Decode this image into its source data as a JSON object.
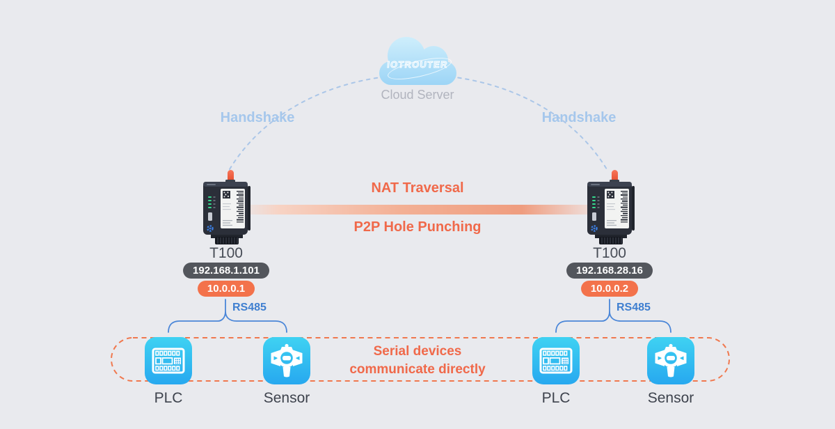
{
  "colors": {
    "background": "#e9eaee",
    "accent_orange": "#f0694a",
    "handshake_blue": "#a5c7ec",
    "bracket_blue": "#4a86d8",
    "rs485_blue": "#3f7fd0",
    "pill_gray": "#53565c",
    "pill_orange": "#f3724b",
    "cloud_blue": "#aedcf7",
    "tile_cyan_top": "#3fd2f2",
    "tile_cyan_bottom": "#27a8ef",
    "label_dark": "#474c56",
    "muted_gray": "#b1b4be"
  },
  "cloud": {
    "logo": "IOTROUTER",
    "label": "Cloud Server"
  },
  "handshake": {
    "left": "Handshake",
    "right": "Handshake"
  },
  "link": {
    "top_label": "NAT Traversal",
    "bottom_label": "P2P Hole Punching"
  },
  "devices": [
    {
      "name": "T100",
      "wan_ip": "192.168.1.101",
      "p2p_ip": "10.0.0.1",
      "bus_label": "RS485"
    },
    {
      "name": "T100",
      "wan_ip": "192.168.28.16",
      "p2p_ip": "10.0.0.2",
      "bus_label": "RS485"
    }
  ],
  "serial_zone": {
    "line1": "Serial devices",
    "line2": "communicate directly"
  },
  "peripherals": [
    {
      "label": "PLC"
    },
    {
      "label": "Sensor"
    },
    {
      "label": "PLC"
    },
    {
      "label": "Sensor"
    }
  ]
}
